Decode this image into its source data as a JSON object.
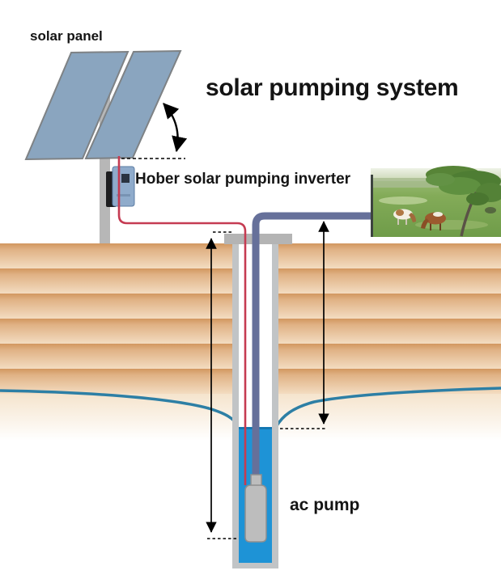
{
  "page": {
    "title": "solar pumping system"
  },
  "labels": {
    "solar_panel": "solar panel",
    "inverter": "Hober solar pumping inverter",
    "ac_pump": "ac pump"
  },
  "icons": {
    "tilt_angle_arrow": "curved-double-headed-arrow",
    "depth_arrow": "vertical-double-headed-arrow",
    "head_arrow": "vertical-double-headed-arrow"
  },
  "colors": {
    "panel_blue": "#8aa5bf",
    "panel_border": "#7e8285",
    "pole_gray": "#b7b7b7",
    "pad_gray": "#b4b4b4",
    "casing_gray": "#c1c4c6",
    "shaft_white": "#ffffff",
    "water_blue": "#1e93d6",
    "water_edge": "#1273ab",
    "water_table": "#2d7fa5",
    "cable_red": "#c53b52",
    "pipe_slate": "#66709a",
    "pump_gray": "#bdbdbd",
    "pump_border": "#8f8f8f",
    "inverter_blue": "#8fabcb",
    "inverter_dark": "#1d1d1f",
    "arrow_black": "#000000",
    "text": "#141414"
  }
}
